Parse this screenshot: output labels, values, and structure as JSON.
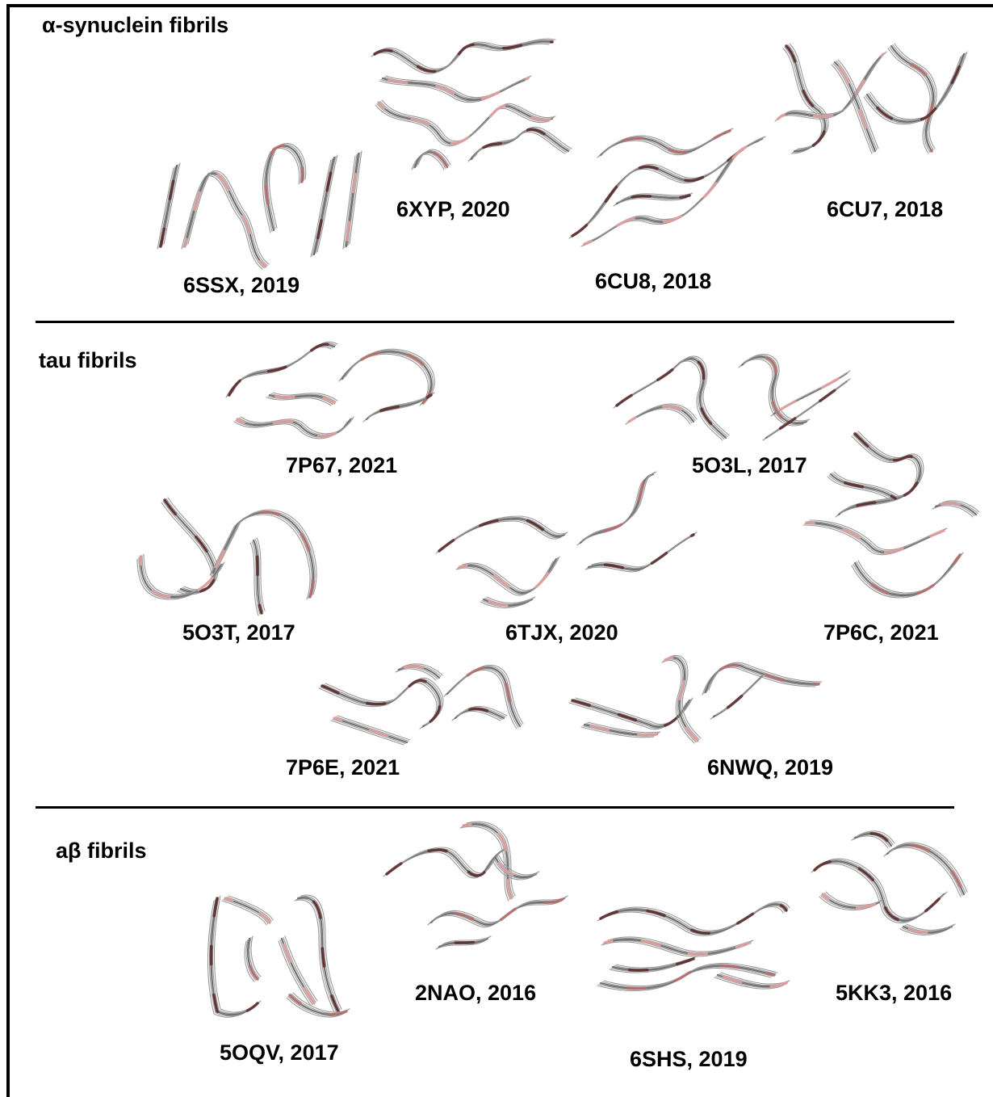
{
  "sections": [
    {
      "title": "α-synuclein fibrils",
      "structures": [
        {
          "label": "6SSX, 2019"
        },
        {
          "label": "6XYP, 2020"
        },
        {
          "label": "6CU8, 2018"
        },
        {
          "label": "6CU7, 2018"
        }
      ]
    },
    {
      "title": "tau fibrils",
      "structures": [
        {
          "label": "7P67, 2021"
        },
        {
          "label": "5O3L, 2017"
        },
        {
          "label": "5O3T, 2017"
        },
        {
          "label": "6TJX, 2020"
        },
        {
          "label": "7P6C, 2021"
        },
        {
          "label": "7P6E, 2021"
        },
        {
          "label": "6NWQ, 2019"
        }
      ]
    },
    {
      "title": "aβ fibrils",
      "structures": [
        {
          "label": "5OQV, 2017"
        },
        {
          "label": "2NAO, 2016"
        },
        {
          "label": "6SHS, 2019"
        },
        {
          "label": "5KK3, 2016"
        }
      ]
    }
  ],
  "colors": {
    "frame": "#000000",
    "backbone": "#6f6f6f",
    "strand_dark": "#5b2a2a",
    "strand_pink": "#e8a4a4",
    "strand_mid": "#b86f6f"
  }
}
